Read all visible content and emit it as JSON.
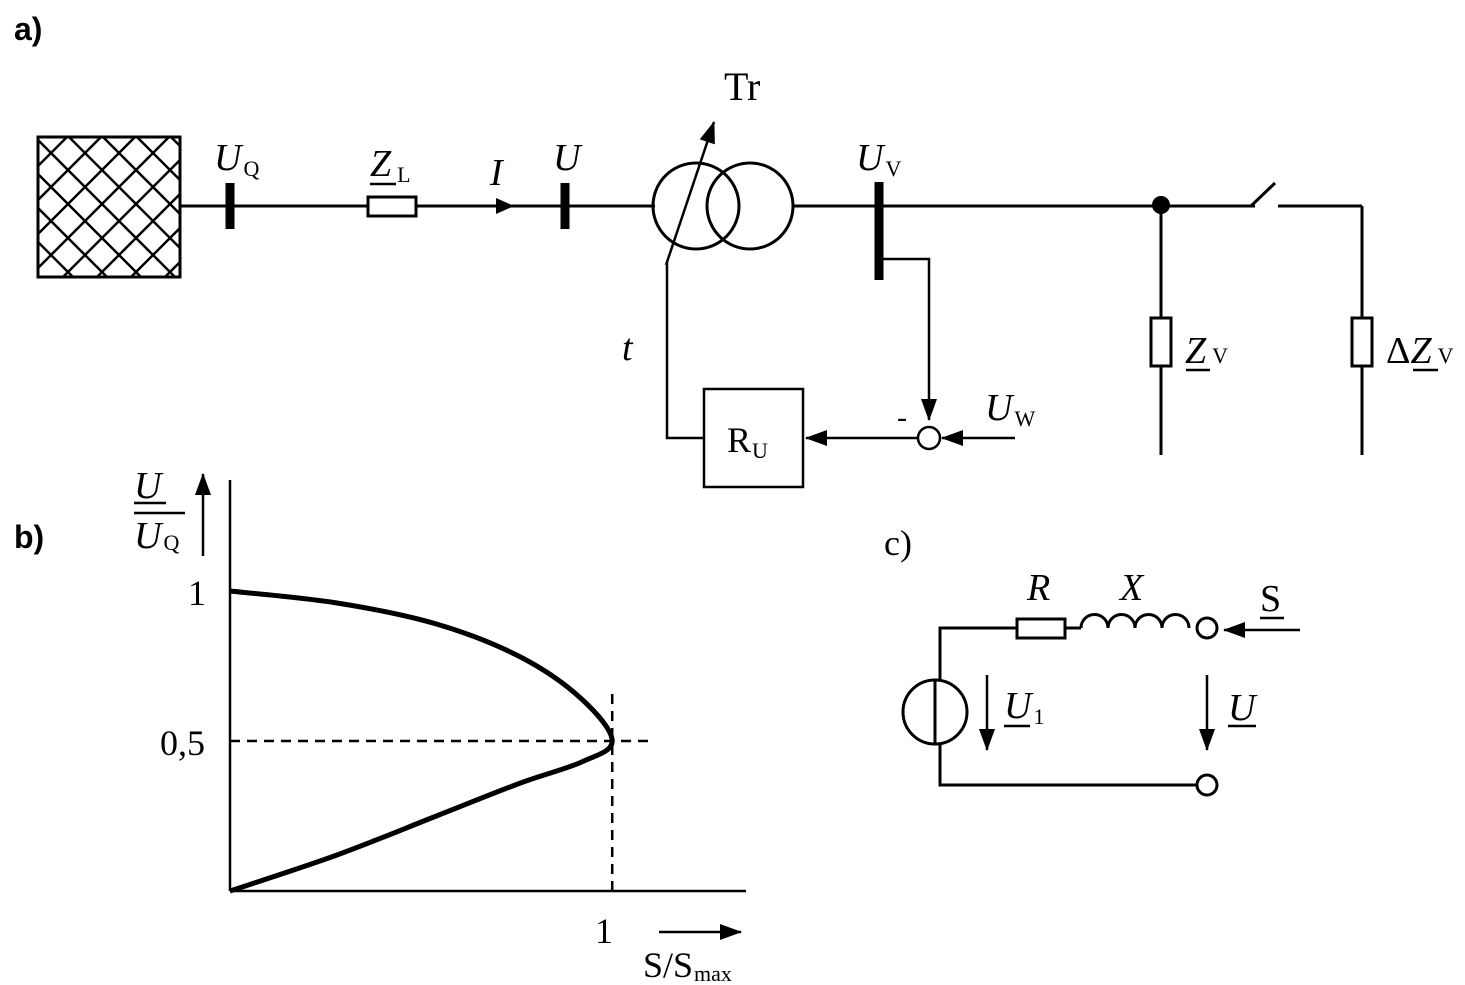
{
  "panels": {
    "a": "a)",
    "b": "b)",
    "c": "c)"
  },
  "a": {
    "bus_uq": {
      "sym": "U",
      "sub": "Q"
    },
    "line_impedance": {
      "sym": "Z",
      "sub": "L"
    },
    "current": "I",
    "bus_u": "U",
    "transformer": "Tr",
    "bus_uv": {
      "sym": "U",
      "sub": "V"
    },
    "tap_signal": "t",
    "controller": {
      "sym": "R",
      "sub": "U"
    },
    "minus_sign": "-",
    "setpoint": {
      "sym": "U",
      "sub": "W"
    },
    "load": {
      "sym": "Z",
      "sub": "V"
    },
    "load_step": {
      "prefix": "Δ",
      "sym": "Z",
      "sub": "V"
    }
  },
  "b": {
    "y_axis": {
      "num": "U",
      "den": "U",
      "den_sub": "Q"
    },
    "y_ticks": [
      "1",
      "0,5"
    ],
    "x_tick": "1",
    "x_axis": {
      "sym": "S/S",
      "sub": "max"
    }
  },
  "c": {
    "resistor": "R",
    "reactance": "X",
    "power": "S",
    "source_voltage": {
      "sym": "U",
      "sub": "1"
    },
    "terminal_voltage": "U"
  },
  "chart_data": {
    "type": "line",
    "series": [
      {
        "x": [
          0,
          0.28,
          0.54,
          0.76,
          0.92,
          1.0,
          0.92,
          0.76,
          0.54,
          0.28,
          0
        ],
        "y": [
          0,
          0.12,
          0.25,
          0.36,
          0.43,
          0.5,
          0.64,
          0.78,
          0.89,
          0.96,
          1.0
        ]
      }
    ],
    "xlim": [
      0,
      1.35
    ],
    "ylim": [
      0,
      1.0
    ],
    "reference_lines": [
      {
        "y": 0.5
      },
      {
        "x": 1
      }
    ],
    "grid": false
  }
}
